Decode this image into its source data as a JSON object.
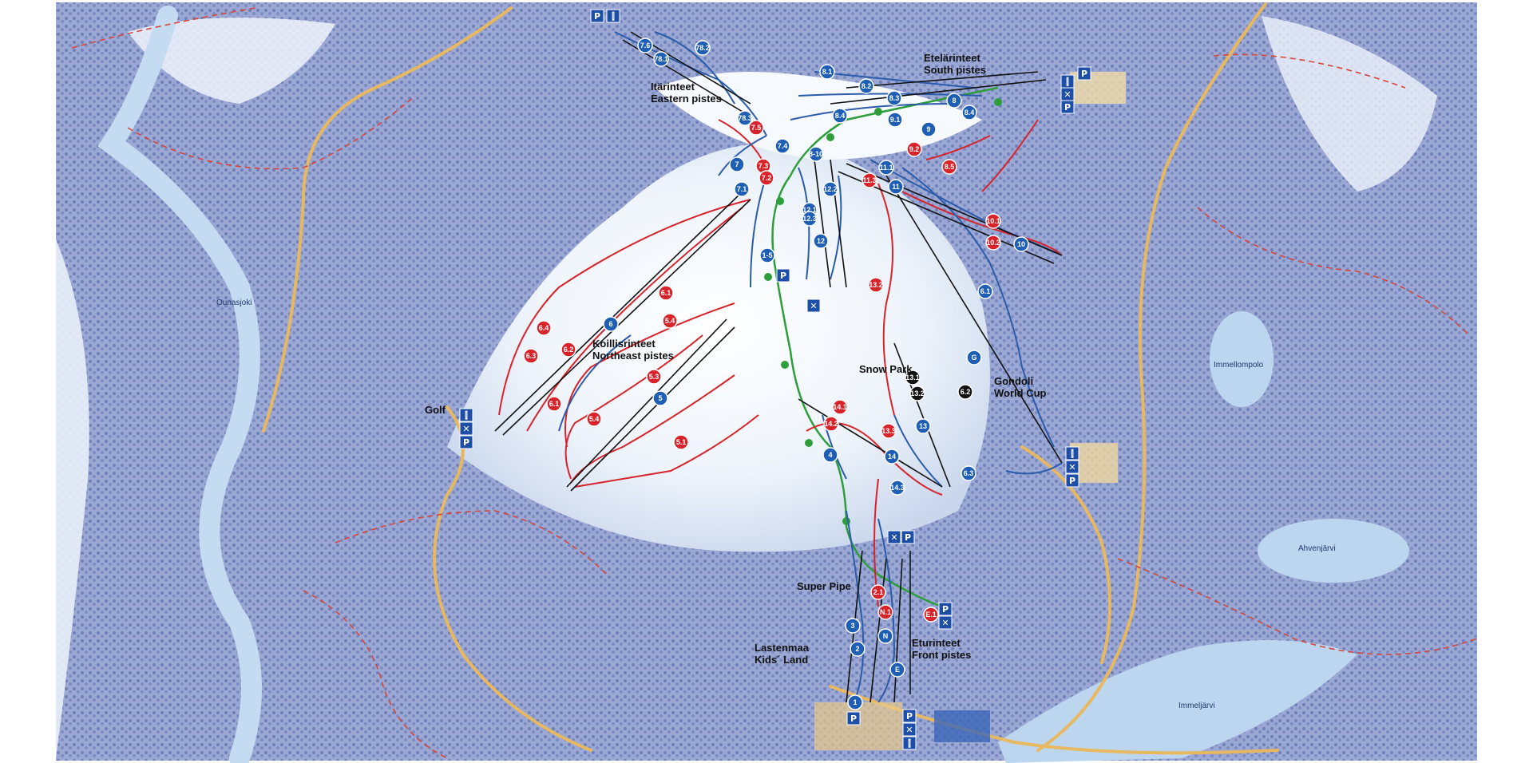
{
  "colors": {
    "blue_piste": "#1e5fb5",
    "red_piste": "#d8232a",
    "black_piste": "#111111",
    "green_piste": "#2e9e3a",
    "road": "#e8b860",
    "trail": "#d8453b",
    "water": "#bcd6ef",
    "snow": "#f4f8fd",
    "forest": "#7f8fc2",
    "sign": "#1d4fa8"
  },
  "area_labels": [
    {
      "name": "itarinteet",
      "lines": [
        "Itärinteet",
        "Eastern pistes"
      ]
    },
    {
      "name": "etelarinteet",
      "lines": [
        "Etelärinteet",
        "South pistes"
      ]
    },
    {
      "name": "koillisrinteet",
      "lines": [
        "Koillisrinteet",
        "Northeast pistes"
      ]
    },
    {
      "name": "snow-park",
      "lines": [
        "Snow Park"
      ]
    },
    {
      "name": "gondoli",
      "lines": [
        "Gondoli",
        "World Cup"
      ]
    },
    {
      "name": "golf",
      "lines": [
        "Golf"
      ]
    },
    {
      "name": "super-pipe",
      "lines": [
        "Super Pipe"
      ]
    },
    {
      "name": "lastenmaa",
      "lines": [
        "Lastenmaa",
        "Kids´ Land"
      ]
    },
    {
      "name": "eturinteet",
      "lines": [
        "Eturinteet",
        "Front pistes"
      ]
    }
  ],
  "lake_labels": [
    "Ounasjoki",
    "Immellompolo",
    "Ahvenjärvi",
    "Immeljärvi"
  ],
  "piste_markers": [
    {
      "label": "7.6",
      "color": "blue"
    },
    {
      "label": "78.2",
      "color": "blue"
    },
    {
      "label": "78.1",
      "color": "blue"
    },
    {
      "label": "8.1",
      "color": "blue"
    },
    {
      "label": "8.2",
      "color": "blue"
    },
    {
      "label": "8.3",
      "color": "blue"
    },
    {
      "label": "8",
      "color": "blue"
    },
    {
      "label": "8.4",
      "color": "blue"
    },
    {
      "label": "8.4",
      "color": "blue"
    },
    {
      "label": "9.1",
      "color": "blue"
    },
    {
      "label": "9",
      "color": "blue"
    },
    {
      "label": "78.3",
      "color": "blue"
    },
    {
      "label": "7.5",
      "color": "red"
    },
    {
      "label": "7.4",
      "color": "blue"
    },
    {
      "label": "7",
      "color": "blue"
    },
    {
      "label": "7.3",
      "color": "red"
    },
    {
      "label": "7.2",
      "color": "red"
    },
    {
      "label": "7.1",
      "color": "blue"
    },
    {
      "label": "8-10",
      "color": "blue"
    },
    {
      "label": "9.2",
      "color": "red"
    },
    {
      "label": "8.5",
      "color": "red"
    },
    {
      "label": "11.3",
      "color": "red"
    },
    {
      "label": "11.1",
      "color": "blue"
    },
    {
      "label": "11",
      "color": "blue"
    },
    {
      "label": "12.2",
      "color": "blue"
    },
    {
      "label": "12.1",
      "color": "blue"
    },
    {
      "label": "12.3",
      "color": "blue"
    },
    {
      "label": "12",
      "color": "blue"
    },
    {
      "label": "10.1",
      "color": "red"
    },
    {
      "label": "10.2",
      "color": "red"
    },
    {
      "label": "10",
      "color": "blue"
    },
    {
      "label": "1-5",
      "color": "blue"
    },
    {
      "label": "13.2",
      "color": "red"
    },
    {
      "label": "6.1",
      "color": "blue"
    },
    {
      "label": "6.1",
      "color": "red"
    },
    {
      "label": "6.4",
      "color": "red"
    },
    {
      "label": "6",
      "color": "blue"
    },
    {
      "label": "5.4",
      "color": "red"
    },
    {
      "label": "6.3",
      "color": "red"
    },
    {
      "label": "6.2",
      "color": "red"
    },
    {
      "label": "5.3",
      "color": "red"
    },
    {
      "label": "5",
      "color": "blue"
    },
    {
      "label": "6.1",
      "color": "red"
    },
    {
      "label": "5.4",
      "color": "red"
    },
    {
      "label": "5.1",
      "color": "red"
    },
    {
      "label": "13.1",
      "color": "black"
    },
    {
      "label": "13.2",
      "color": "black"
    },
    {
      "label": "6.2",
      "color": "black"
    },
    {
      "label": "G",
      "color": "blue"
    },
    {
      "label": "14.1",
      "color": "red"
    },
    {
      "label": "14.2",
      "color": "red"
    },
    {
      "label": "13",
      "color": "blue"
    },
    {
      "label": "13.3",
      "color": "red"
    },
    {
      "label": "4",
      "color": "blue"
    },
    {
      "label": "14",
      "color": "blue"
    },
    {
      "label": "14.3",
      "color": "blue"
    },
    {
      "label": "6.3",
      "color": "blue"
    },
    {
      "label": "2.1",
      "color": "red"
    },
    {
      "label": "N.1",
      "color": "red"
    },
    {
      "label": "E.1",
      "color": "red"
    },
    {
      "label": "3",
      "color": "blue"
    },
    {
      "label": "2",
      "color": "blue"
    },
    {
      "label": "N",
      "color": "blue"
    },
    {
      "label": "E",
      "color": "blue"
    },
    {
      "label": "1",
      "color": "blue"
    }
  ],
  "service_signs": {
    "parking": "P",
    "restaurant": "✕",
    "ski_rental": "⫿"
  }
}
